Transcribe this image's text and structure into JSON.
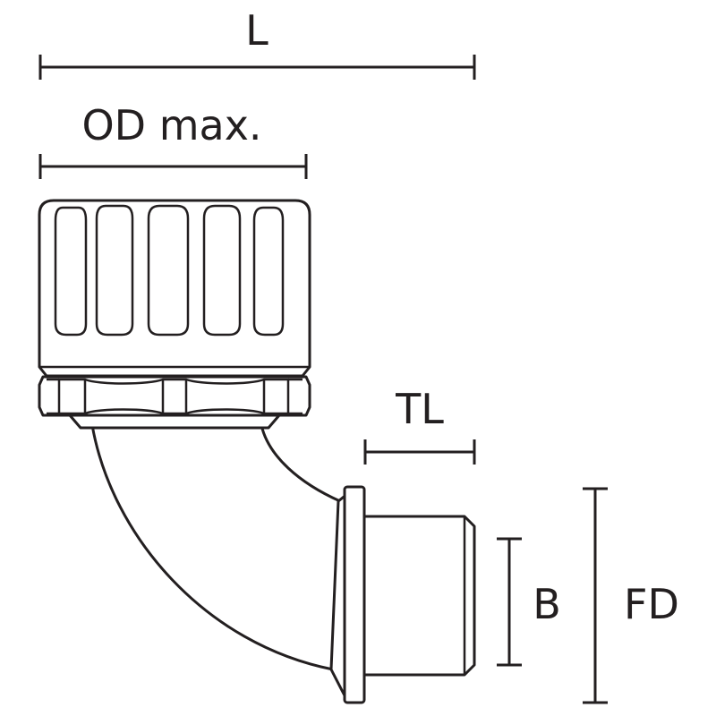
{
  "diagram": {
    "dimensions": {
      "length": "L",
      "outer_diameter": "OD max.",
      "thread_length": "TL",
      "bore": "B",
      "flange_diameter": "FD"
    }
  }
}
